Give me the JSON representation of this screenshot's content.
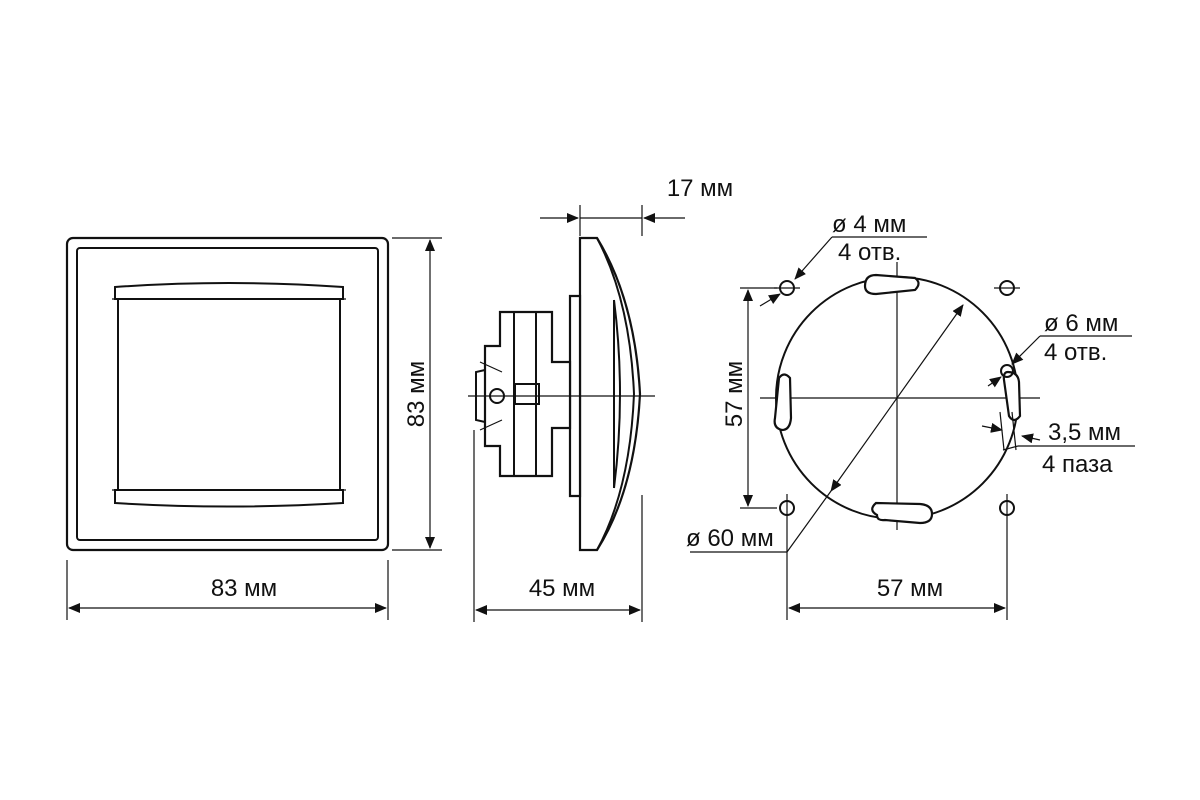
{
  "colors": {
    "line": "#111111",
    "background": "#ffffff"
  },
  "front_view": {
    "width_label": "83 мм",
    "height_label": "83 мм"
  },
  "side_view": {
    "depth_label": "45 мм",
    "protrusion_label": "17 мм"
  },
  "mounting_view": {
    "width_label": "57 мм",
    "height_label": "57 мм",
    "diameter_label": "ø 60 мм",
    "small_holes_label": "ø 4 мм",
    "small_holes_count": "4 отв.",
    "large_holes_label": "ø 6 мм",
    "large_holes_count": "4 отв.",
    "slots_label": "3,5 мм",
    "slots_count": "4 паза"
  }
}
